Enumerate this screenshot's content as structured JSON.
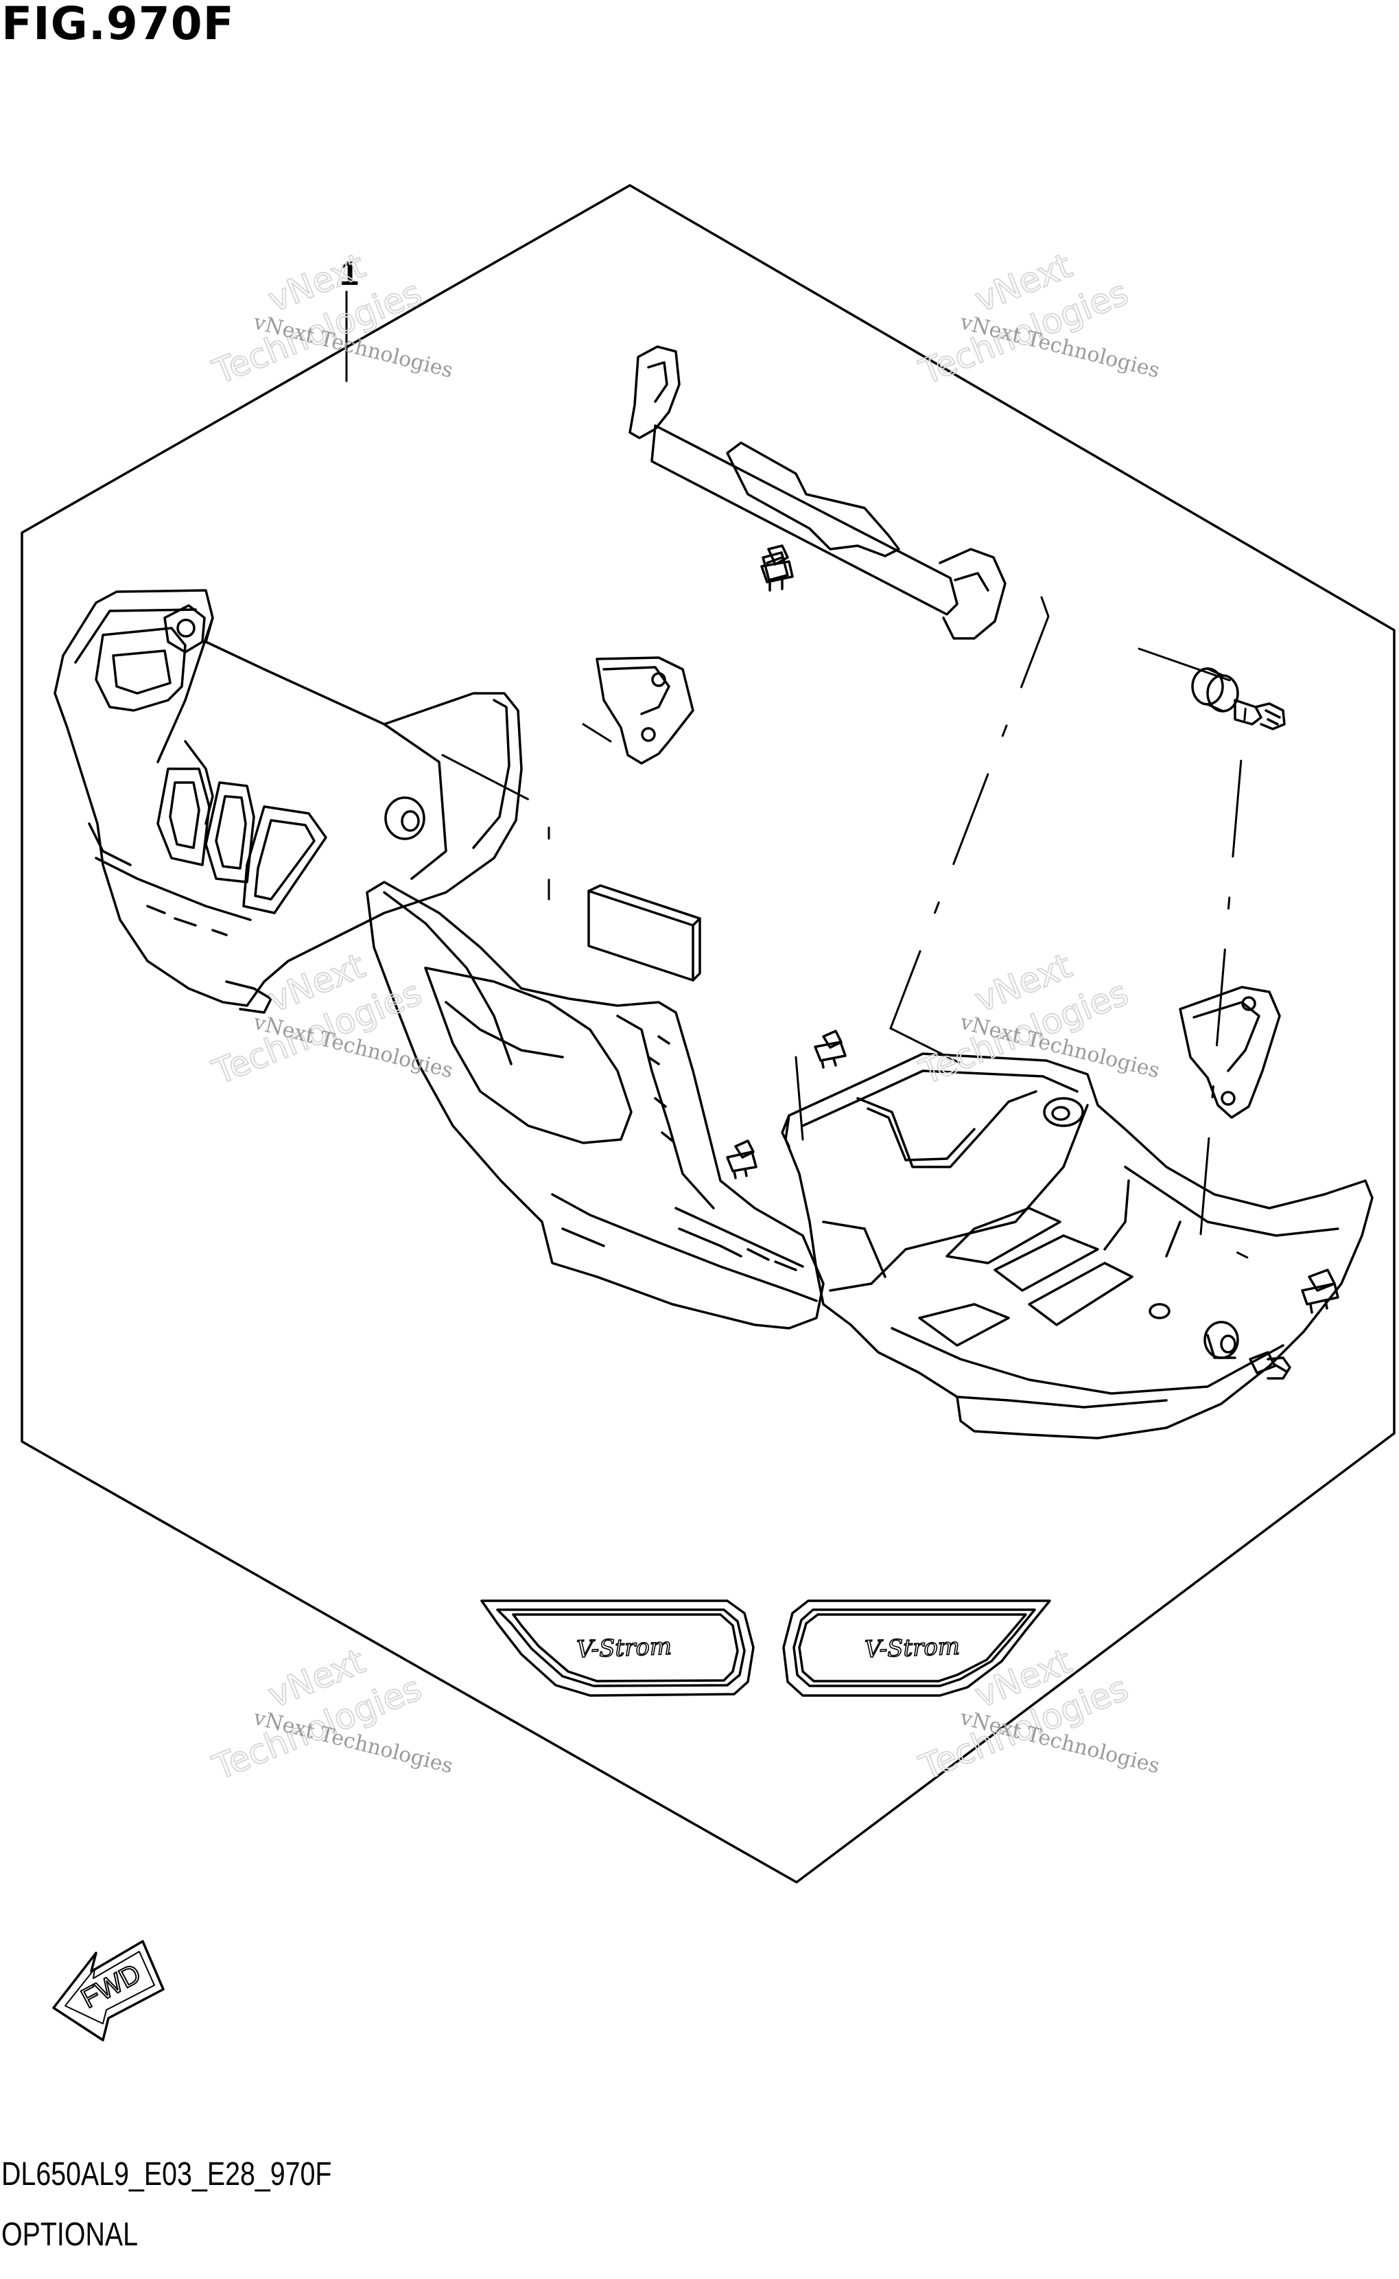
{
  "figure": {
    "title": "FIG.970F",
    "code": "DL650AL9_E03_E28_970F",
    "name": "OPTIONAL"
  },
  "callouts": [
    {
      "label": "1"
    }
  ],
  "emblem_text": "V-Strom",
  "fwd_label": "FWD",
  "watermark": {
    "line1": "vNext Technologies",
    "line2": "vNext",
    "line3": "Technologies"
  }
}
